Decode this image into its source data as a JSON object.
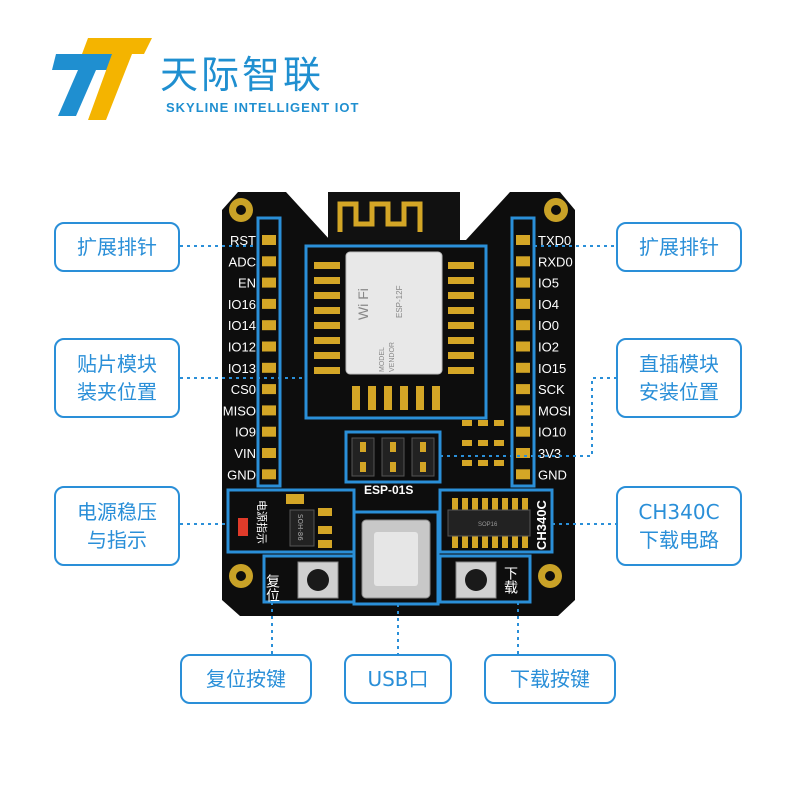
{
  "brand": {
    "name": "天际智联",
    "subtitle": "SKYLINE INTELLIGENT IOT"
  },
  "callouts": {
    "pin_header_left": "扩展排针",
    "pin_header_right": "扩展排针",
    "smd_module_line1": "贴片模块",
    "smd_module_line2": "装夹位置",
    "dip_module_line1": "直插模块",
    "dip_module_line2": "安装位置",
    "power_line1": "电源稳压",
    "power_line2": "与指示",
    "ch340_line1": "CH340C",
    "ch340_line2": "下载电路",
    "reset_button": "复位按键",
    "usb_port": "USB口",
    "download_button": "下载按键"
  },
  "board": {
    "left_pins": [
      "RST",
      "ADC",
      "EN",
      "IO16",
      "IO14",
      "IO12",
      "IO13",
      "CS0",
      "MISO",
      "IO9",
      "VIN",
      "GND"
    ],
    "right_pins": [
      "TXD0",
      "RXD0",
      "IO5",
      "IO4",
      "IO0",
      "IO2",
      "IO15",
      "SCK",
      "MOSI",
      "IO10",
      "3V3",
      "GND"
    ],
    "module_label": "ESP-01S",
    "ch340_label": "CH340C",
    "reset_label": "复位",
    "download_label": "下载",
    "power_label": "电源指示",
    "chip_text": "SOP16",
    "wifi_text": "Wi Fi",
    "esp_text_1": "ESP-12F",
    "esp_text_2": "MODEL",
    "esp_text_3": "VENDOR",
    "reg_text": "SOH-86"
  },
  "colors": {
    "accent": "#2a8fd8",
    "pcb": "#0d0d0d",
    "gold": "#c9a227"
  }
}
